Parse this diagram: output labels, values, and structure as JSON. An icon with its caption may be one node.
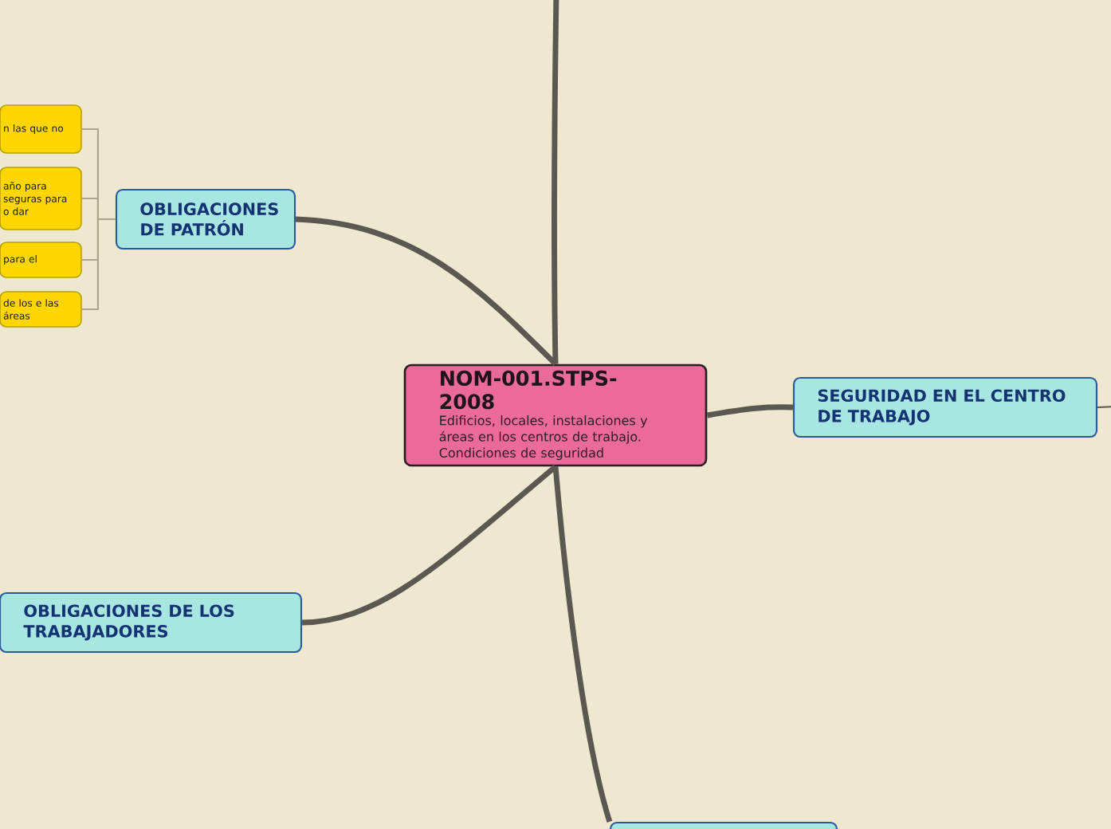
{
  "diagram": {
    "nodes": [
      {
        "text": [
          "NOM-001.STPS-2008",
          "Edificios, locales, instalaciones y áreas en los centros de trabajo. Condiciones de seguridad"
        ]
      },
      {
        "text": [
          "OBLIGACIONES DE PATRÓN"
        ]
      },
      {
        "text": [
          "n las que no"
        ]
      },
      {
        "text": [
          "año para seguras para o dar"
        ]
      },
      {
        "text": [
          "para el"
        ]
      },
      {
        "text": [
          "de los e las áreas"
        ]
      },
      {
        "text": [
          "SEGURIDAD EN EL CENTRO DE TRABAJO"
        ]
      },
      {
        "text": [
          "OBLIGACIONES DE LOS TRABAJADORES"
        ]
      },
      {
        "text": [],
        "shape": "box"
      }
    ],
    "edges": [
      {
        "from": 0,
        "to": null,
        "arrow": "none",
        "style": "thick"
      },
      {
        "from": 0,
        "to": 1,
        "arrow": "none",
        "style": "thick"
      },
      {
        "from": 1,
        "to": 2,
        "arrow": "none"
      },
      {
        "from": 1,
        "to": 3,
        "arrow": "none"
      },
      {
        "from": 1,
        "to": 4,
        "arrow": "none"
      },
      {
        "from": 1,
        "to": 5,
        "arrow": "none"
      },
      {
        "from": 0,
        "to": 6,
        "arrow": "none",
        "style": "thick"
      },
      {
        "from": 6,
        "to": null,
        "arrow": "none"
      },
      {
        "from": 0,
        "to": 7,
        "arrow": "none",
        "style": "thick"
      },
      {
        "from": 0,
        "to": 8,
        "arrow": "none",
        "style": "thick"
      }
    ]
  }
}
